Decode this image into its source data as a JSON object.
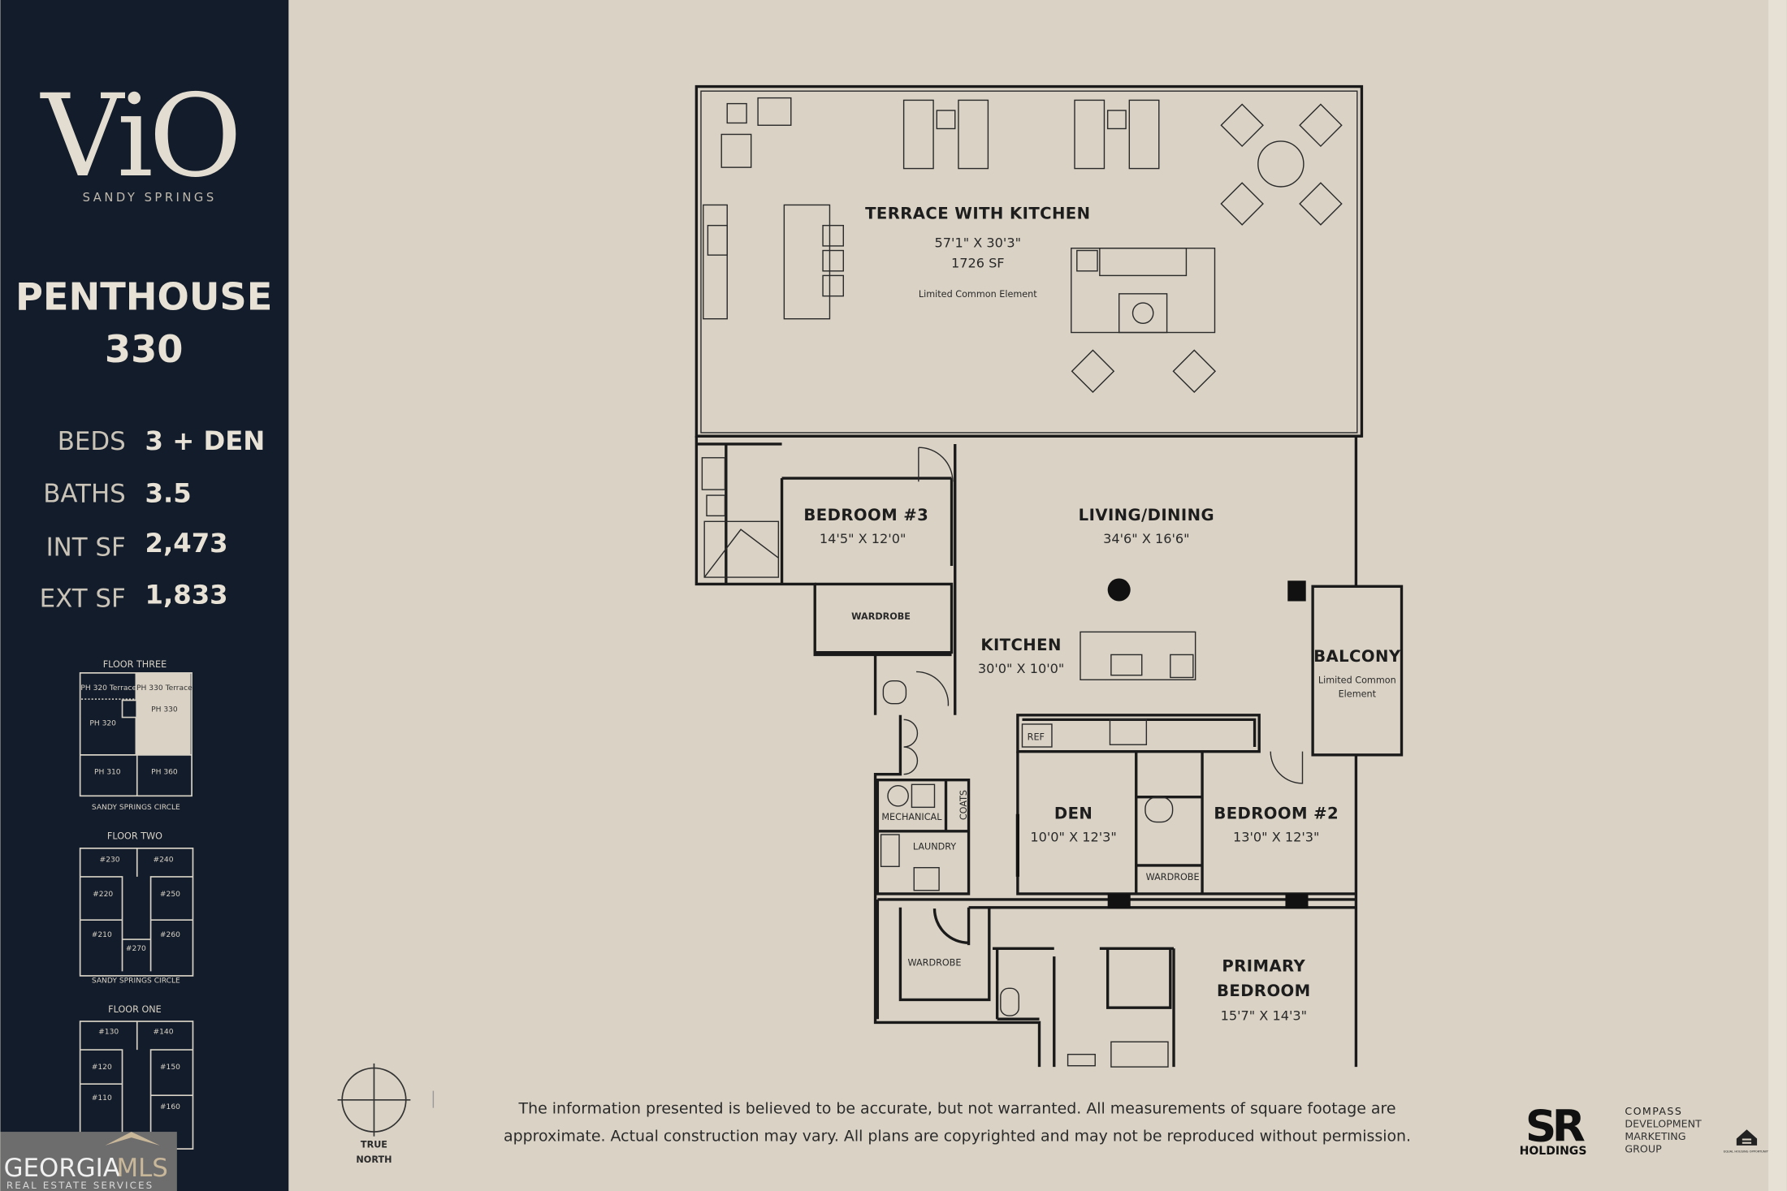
{
  "brand": {
    "logo": "ViO",
    "location": "SANDY SPRINGS"
  },
  "unit": {
    "title": "PENTHOUSE",
    "number": "330"
  },
  "specs": [
    {
      "label": "BEDS",
      "value": "3 + DEN"
    },
    {
      "label": "BATHS",
      "value": "3.5"
    },
    {
      "label": "INT SF",
      "value": "2,473"
    },
    {
      "label": "EXT SF",
      "value": "1,833"
    }
  ],
  "key_plans": {
    "floor_three": {
      "title": "FLOOR THREE",
      "units": [
        "PH 320 Terrace",
        "PH 330 Terrace",
        "PH 330",
        "PH 320",
        "PH 310",
        "PH 360"
      ],
      "street": "SANDY SPRINGS CIRCLE"
    },
    "floor_two": {
      "title": "FLOOR TWO",
      "units": [
        "#230",
        "#240",
        "#220",
        "#250",
        "#210",
        "#270",
        "#260"
      ],
      "street": "SANDY SPRINGS CIRCLE"
    },
    "floor_one": {
      "title": "FLOOR ONE",
      "units": [
        "#130",
        "#140",
        "#120",
        "#150",
        "#110",
        "#160"
      ]
    },
    "highlight_color": "#d9d2c5"
  },
  "rooms": {
    "terrace": {
      "name": "TERRACE WITH KITCHEN",
      "dims": "57'1\" X 30'3\"",
      "area": "1726 SF",
      "note": "Limited Common Element"
    },
    "bedroom3": {
      "name": "BEDROOM #3",
      "dims": "14'5\" X 12'0\""
    },
    "living": {
      "name": "LIVING/DINING",
      "dims": "34'6\" X 16'6\""
    },
    "wardrobe1": {
      "name": "WARDROBE"
    },
    "kitchen": {
      "name": "KITCHEN",
      "dims": "30'0\" X 10'0\""
    },
    "balcony": {
      "name": "BALCONY",
      "note1": "Limited Common",
      "note2": "Element"
    },
    "ref": {
      "name": "REF"
    },
    "mechanical": {
      "name": "MECHANICAL"
    },
    "laundry": {
      "name": "LAUNDRY"
    },
    "coats": {
      "name": "COATS"
    },
    "den": {
      "name": "DEN",
      "dims": "10'0\" X 12'3\""
    },
    "bedroom2": {
      "name": "BEDROOM #2",
      "dims": "13'0\" X 12'3\""
    },
    "wardrobe2": {
      "name": "WARDROBE"
    },
    "wardrobe3": {
      "name": "WARDROBE"
    },
    "primary": {
      "name1": "PRIMARY",
      "name2": "BEDROOM",
      "dims": "15'7\" X 14'3\""
    }
  },
  "compass": {
    "line1": "TRUE",
    "line2": "NORTH"
  },
  "disclaimer": {
    "line1": "The information presented is believed to be accurate, but not warranted. All measurements of square footage are",
    "line2": "approximate. Actual construction may vary. All plans are copyrighted and may not be reproduced without permission."
  },
  "logos": {
    "sr": "SR",
    "sr_sub": "HOLDINGS",
    "compass": [
      "COMPASS",
      "DEVELOPMENT",
      "MARKETING",
      "GROUP"
    ],
    "eho": "EQUAL HOUSING OPPORTUNITY",
    "mls": "GEORGIA",
    "mls2": "MLS",
    "mls_sub": "REAL ESTATE SERVICES"
  },
  "colors": {
    "sidebar": "#131c2a",
    "paper": "#d9d2c5",
    "ink": "#1a1a1a"
  }
}
